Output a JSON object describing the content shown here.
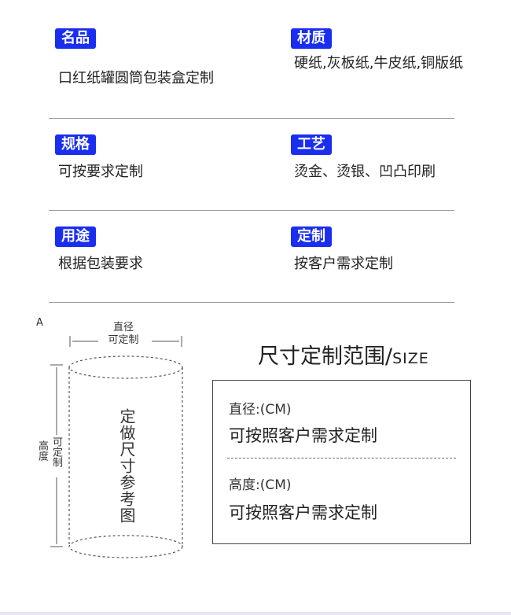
{
  "specs": [
    {
      "label": "名品",
      "value": "口红纸罐圆筒包装盒定制"
    },
    {
      "label": "材质",
      "value": "硬纸,灰板纸,牛皮纸,铜版纸"
    },
    {
      "label": "规格",
      "value": "可按要求定制"
    },
    {
      "label": "工艺",
      "value": "烫金、烫银、凹凸印刷"
    },
    {
      "label": "用途",
      "value": "根据包装要求"
    },
    {
      "label": "定制",
      "value": "按客户需求定制"
    }
  ],
  "diagram": {
    "corner_label": "A",
    "top_label_1": "直径",
    "top_label_2": "可定制",
    "side_label_1": "高度",
    "side_label_2": "可定制",
    "center_text": "定做尺寸参考图"
  },
  "size_panel": {
    "title": "尺寸定制范围/",
    "title_en": "SIZE",
    "diameter_label": "直径:(CM)",
    "diameter_value": "可按照客户需求定制",
    "height_label": "高度:(CM)",
    "height_value": "可按照客户需求定制"
  },
  "colors": {
    "badge": "#1a2ef0",
    "line": "#9a9a9a"
  }
}
